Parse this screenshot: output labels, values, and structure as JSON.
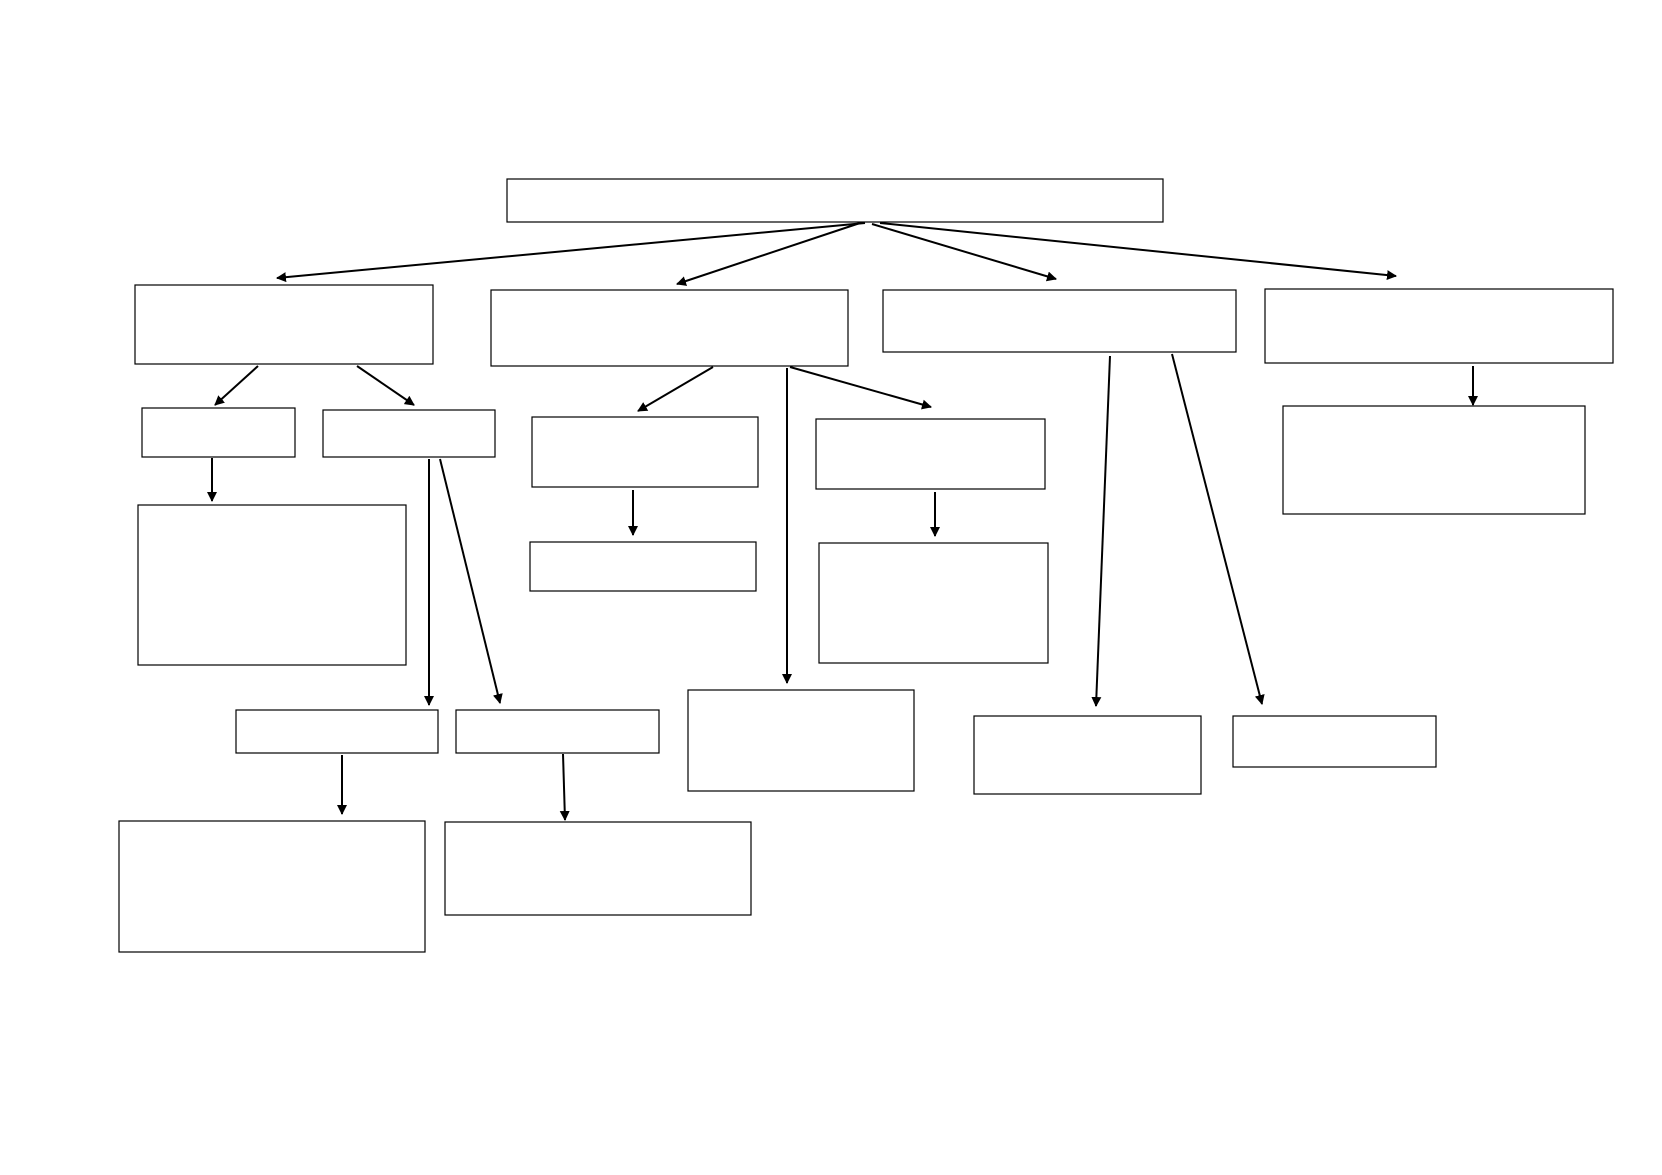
{
  "diagram": {
    "type": "tree",
    "nodes": [
      {
        "id": "root",
        "label": ""
      },
      {
        "id": "level1-a",
        "label": ""
      },
      {
        "id": "level1-b",
        "label": ""
      },
      {
        "id": "level1-c",
        "label": ""
      },
      {
        "id": "level1-d",
        "label": ""
      },
      {
        "id": "a-child-1",
        "label": ""
      },
      {
        "id": "a-child-2",
        "label": ""
      },
      {
        "id": "a1-detail",
        "label": ""
      },
      {
        "id": "a2-child-1",
        "label": ""
      },
      {
        "id": "a2-child-2",
        "label": ""
      },
      {
        "id": "a21-detail",
        "label": ""
      },
      {
        "id": "a22-detail",
        "label": ""
      },
      {
        "id": "b-child-1",
        "label": ""
      },
      {
        "id": "b-child-2",
        "label": ""
      },
      {
        "id": "b-child-3",
        "label": ""
      },
      {
        "id": "b1-detail",
        "label": ""
      },
      {
        "id": "b2-detail",
        "label": ""
      },
      {
        "id": "c-child-1",
        "label": ""
      },
      {
        "id": "c-child-2",
        "label": ""
      },
      {
        "id": "d-child-1",
        "label": ""
      }
    ],
    "edges": [
      {
        "from": "root",
        "to": "level1-a"
      },
      {
        "from": "root",
        "to": "level1-b"
      },
      {
        "from": "root",
        "to": "level1-c"
      },
      {
        "from": "root",
        "to": "level1-d"
      },
      {
        "from": "level1-a",
        "to": "a-child-1"
      },
      {
        "from": "level1-a",
        "to": "a-child-2"
      },
      {
        "from": "a-child-1",
        "to": "a1-detail"
      },
      {
        "from": "a-child-2",
        "to": "a2-child-1"
      },
      {
        "from": "a-child-2",
        "to": "a2-child-2"
      },
      {
        "from": "a2-child-1",
        "to": "a21-detail"
      },
      {
        "from": "a2-child-2",
        "to": "a22-detail"
      },
      {
        "from": "level1-b",
        "to": "b-child-1"
      },
      {
        "from": "level1-b",
        "to": "b-child-3"
      },
      {
        "from": "level1-b",
        "to": "b-child-2"
      },
      {
        "from": "b-child-1",
        "to": "b1-detail"
      },
      {
        "from": "b-child-2",
        "to": "b2-detail"
      },
      {
        "from": "level1-c",
        "to": "c-child-1"
      },
      {
        "from": "level1-c",
        "to": "c-child-2"
      },
      {
        "from": "level1-d",
        "to": "d-child-1"
      }
    ]
  }
}
